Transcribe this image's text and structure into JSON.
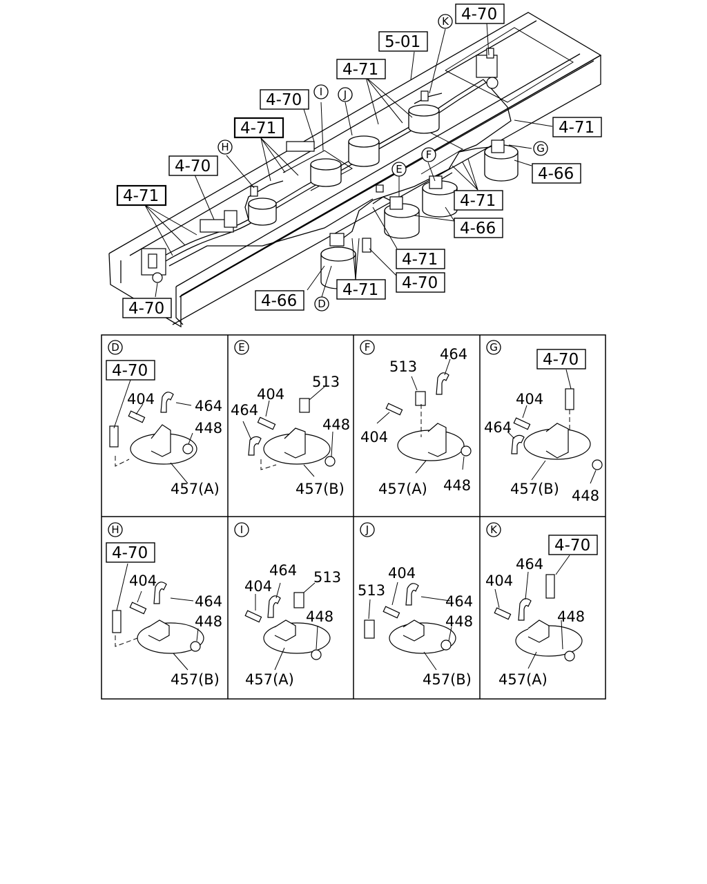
{
  "overview": {
    "refs": {
      "r_470_top": "4-70",
      "r_501": "5-01",
      "r_471_top": "4-71",
      "r_470_mid": "4-70",
      "r_471_mid": "4-71",
      "r_470_left": "4-70",
      "r_471_left": "4-71",
      "r_471_right": "4-71",
      "r_466_right": "4-66",
      "r_471_center": "4-71",
      "r_466_center": "4-66",
      "r_471_lowc": "4-71",
      "r_470_lowc": "4-70",
      "r_471_bottom": "4-71",
      "r_466_bottom": "4-66",
      "r_470_bottom": "4-70"
    },
    "callouts": {
      "K": "K",
      "I": "I",
      "J": "J",
      "H": "H",
      "G": "G",
      "F": "F",
      "E": "E",
      "D": "D"
    }
  },
  "details": [
    {
      "letter": "D",
      "ref": "4-70",
      "labels": {
        "a": "404",
        "b": "464",
        "c": "448",
        "d": "457(A)"
      }
    },
    {
      "letter": "E",
      "labels": {
        "a": "513",
        "b": "404",
        "c": "464",
        "d": "448",
        "e": "457(B)"
      }
    },
    {
      "letter": "F",
      "labels": {
        "a": "464",
        "b": "513",
        "c": "404",
        "d": "457(A)",
        "e": "448"
      }
    },
    {
      "letter": "G",
      "ref": "4-70",
      "labels": {
        "a": "404",
        "b": "464",
        "c": "457(B)",
        "d": "448"
      }
    },
    {
      "letter": "H",
      "ref": "4-70",
      "labels": {
        "a": "404",
        "b": "464",
        "c": "448",
        "d": "457(B)"
      }
    },
    {
      "letter": "I",
      "labels": {
        "a": "464",
        "b": "513",
        "c": "404",
        "d": "448",
        "e": "457(A)"
      }
    },
    {
      "letter": "J",
      "labels": {
        "a": "404",
        "b": "513",
        "c": "464",
        "d": "448",
        "e": "457(B)"
      }
    },
    {
      "letter": "K",
      "ref": "4-70",
      "labels": {
        "a": "464",
        "b": "404",
        "c": "448",
        "d": "457(A)"
      }
    }
  ]
}
